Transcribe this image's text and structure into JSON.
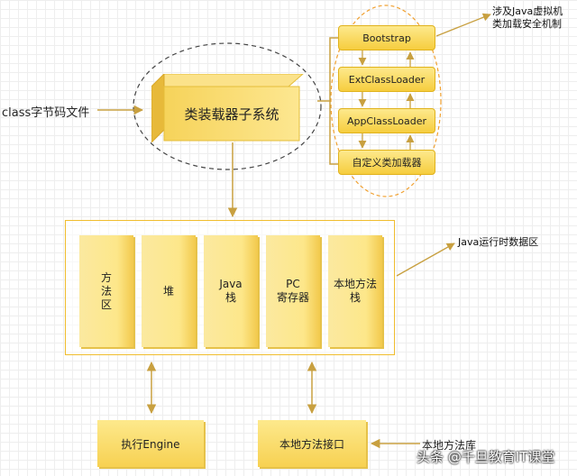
{
  "input": {
    "label": "class字节码文件"
  },
  "subsystem": {
    "label": "类装载器子系统"
  },
  "loaders": {
    "items": [
      "Bootstrap",
      "ExtClassLoader",
      "AppClassLoader",
      "自定义类加载器"
    ],
    "note": "涉及Java虚拟机\n类加载安全机制"
  },
  "runtime": {
    "note": "Java运行时数据区",
    "areas": [
      "方\n法\n区",
      "堆",
      "Java\n栈",
      "PC\n寄存器",
      "本地方法\n栈"
    ]
  },
  "engine": {
    "label": "执行Engine"
  },
  "native_interface": {
    "label": "本地方法接口"
  },
  "native_library": {
    "label": "本地方法库"
  },
  "watermark": {
    "text": "头条 @千旦教育IT课堂"
  },
  "colors": {
    "box_fill": "#f6cd3e",
    "box_border": "#e0b21c",
    "arrow": "#c8a040",
    "dashed": "#f0a030"
  }
}
